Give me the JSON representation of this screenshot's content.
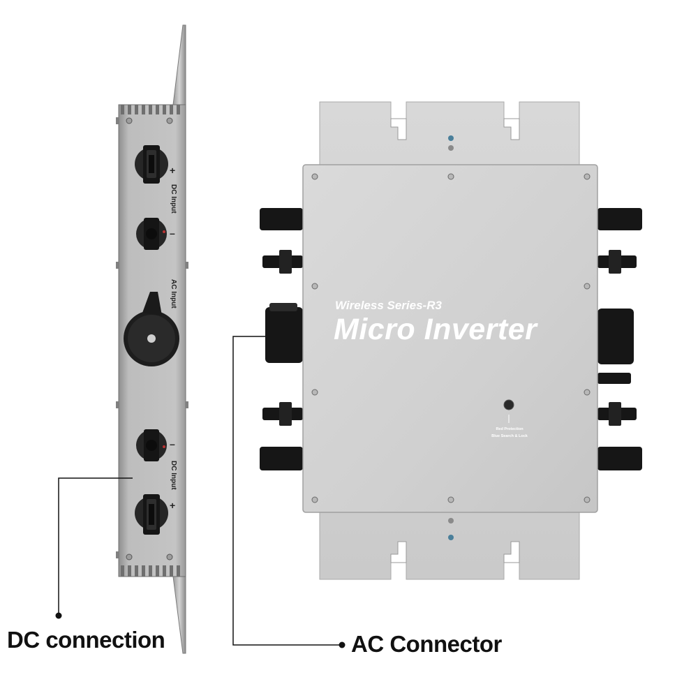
{
  "callouts": {
    "dc_connection": "DC connection",
    "ac_connector": "AC Connector"
  },
  "side_view": {
    "dc_input_top": "DC Input",
    "dc_input_bottom": "DC Input",
    "ac_input": "AC Input",
    "plus_top": "+",
    "minus_top": "–",
    "minus_bottom": "–",
    "plus_bottom": "+"
  },
  "front_view": {
    "series": "Wireless Series-R3",
    "product": "Micro Inverter",
    "led_line1": "Red Protection",
    "led_line2": "Blue Search & Lock"
  },
  "colors": {
    "housing": "#d7d7d7",
    "plate": "#cfcfcf",
    "connector": "#1a1a1a",
    "text": "#111111"
  }
}
